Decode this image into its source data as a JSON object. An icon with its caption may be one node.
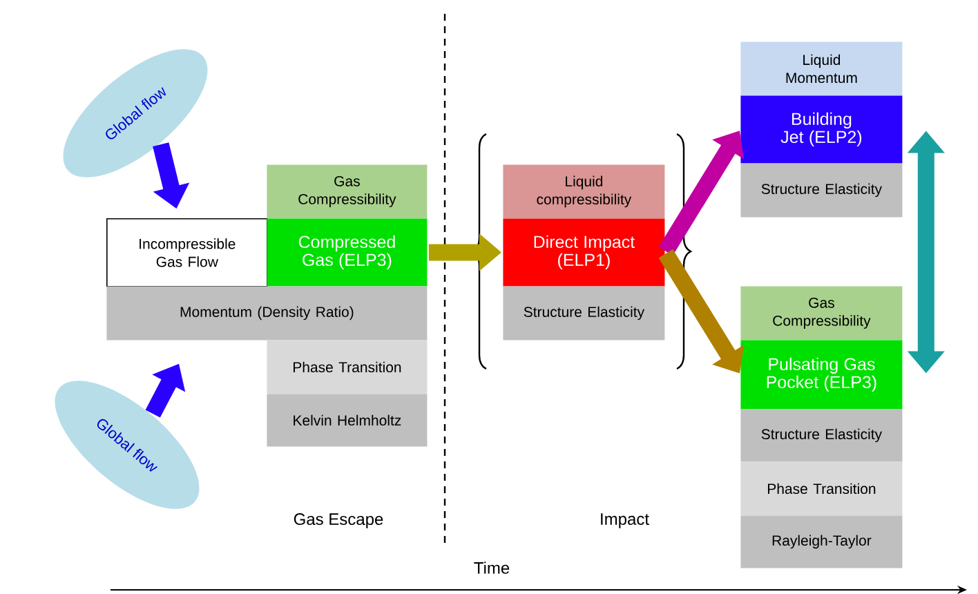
{
  "diagram": {
    "nodes": [
      {
        "text": [
          "Global flow"
        ]
      },
      {
        "text": [
          "Global flow"
        ]
      },
      {
        "text": [
          "Incompressible Gas Flow"
        ]
      },
      {
        "text": [
          "Gas Compressibility"
        ]
      },
      {
        "text": [
          "Compressed Gas (ELP3)"
        ]
      },
      {
        "text": [
          "Momentum (Density Ratio)"
        ]
      },
      {
        "text": [
          "Phase Transition"
        ]
      },
      {
        "text": [
          "Kelvin Helmholtz"
        ]
      },
      {
        "text": [
          "Liquid compressibility"
        ]
      },
      {
        "text": [
          "Direct Impact (ELP1)"
        ]
      },
      {
        "text": [
          "Structure Elasticity"
        ]
      },
      {
        "text": [
          "Liquid Momentum"
        ]
      },
      {
        "text": [
          "Building Jet (ELP2)"
        ]
      },
      {
        "text": [
          "Structure Elasticity"
        ]
      },
      {
        "text": [
          "Gas Compressibility"
        ]
      },
      {
        "text": [
          "Pulsating Gas Pocket (ELP3)"
        ]
      },
      {
        "text": [
          "Structure Elasticity"
        ]
      },
      {
        "text": [
          "Phase Transition"
        ]
      },
      {
        "text": [
          "Rayleigh-Taylor"
        ]
      }
    ],
    "edges": [
      {
        "from": 0,
        "to": 2,
        "arrow": "to",
        "color": "#2a00ff"
      },
      {
        "from": 1,
        "to": 5,
        "arrow": "to",
        "color": "#2a00ff"
      },
      {
        "from": 4,
        "to": 9,
        "arrow": "to",
        "color": "#b0a000"
      },
      {
        "from": 9,
        "to": 12,
        "arrow": "to",
        "color": "#c000a0"
      },
      {
        "from": 9,
        "to": 15,
        "arrow": "to",
        "color": "#b08000"
      },
      {
        "from": 12,
        "to": 15,
        "arrow": "both",
        "color": "#1aa0a0"
      }
    ],
    "labels": [
      "Gas Escape",
      "Impact",
      "Time"
    ]
  }
}
